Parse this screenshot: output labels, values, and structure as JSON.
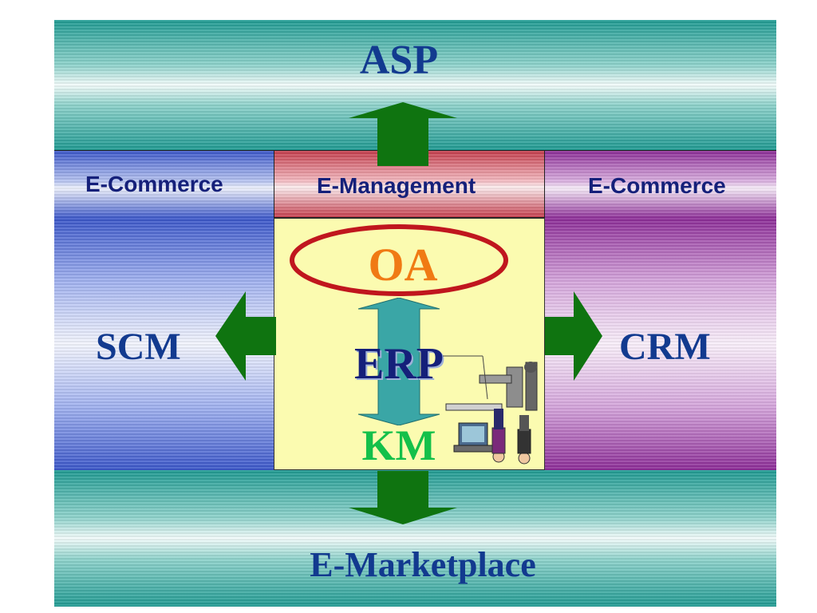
{
  "diagram": {
    "top_label": "ASP",
    "bottom_label": "E-Marketplace",
    "header": {
      "left": "E-Commerce",
      "center": "E-Management",
      "right": "E-Commerce"
    },
    "side_left": "SCM",
    "side_right": "CRM",
    "core": {
      "top": "OA",
      "middle": "ERP",
      "bottom": "KM"
    },
    "illustration": "people-at-computer-clipart"
  },
  "colors": {
    "navy_text": "#123a8f",
    "dark_navy_text": "#15207a",
    "orange_text": "#f07a14",
    "green_text": "#14c04a",
    "green_arrow": "#0f7410",
    "teal_arrow": "#3aa6a6",
    "oval_red": "#c0161e",
    "center_yellow": "#fbfbb0"
  }
}
